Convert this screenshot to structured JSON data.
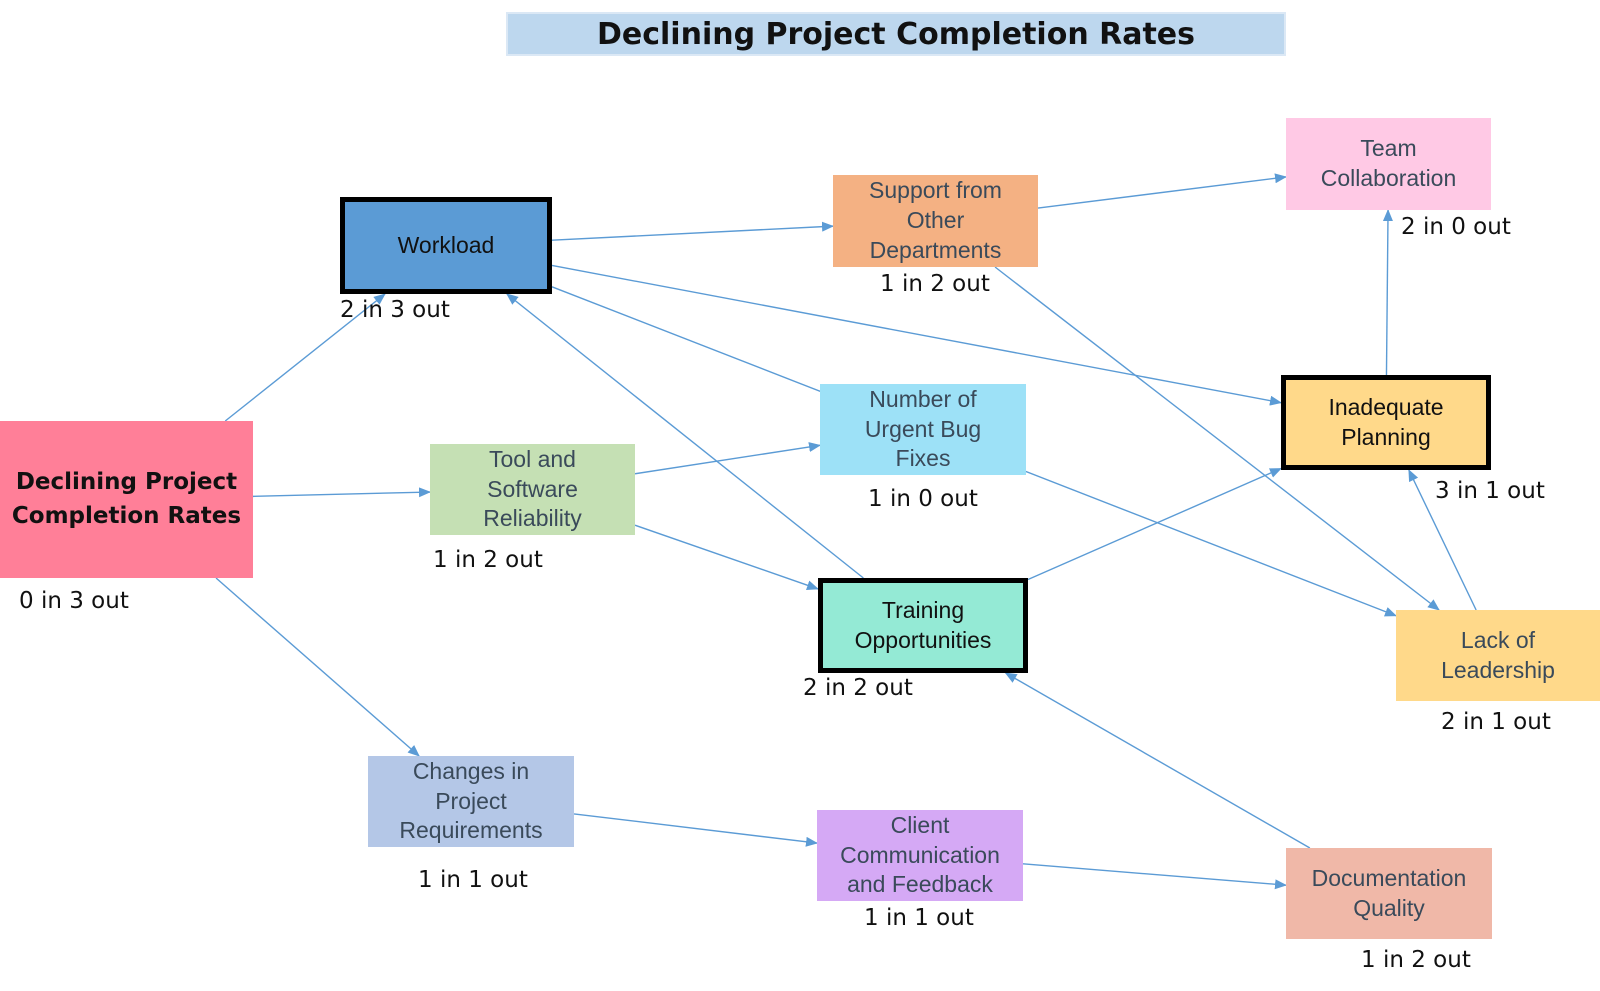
{
  "title": "Declining Project Completion Rates",
  "nodes": {
    "root": {
      "label": "Declining Project\nCompletion Rates",
      "count": "0 in 3 out",
      "color": "#ff7f98"
    },
    "workload": {
      "label": "Workload",
      "count": "2 in 3 out",
      "color": "#5b9bd5"
    },
    "tool": {
      "label": "Tool and\nSoftware\nReliability",
      "count": "1 in 2 out",
      "color": "#c5e0b4"
    },
    "changes": {
      "label": "Changes in\nProject\nRequirements",
      "count": "1 in 1 out",
      "color": "#b4c7e7"
    },
    "support": {
      "label": "Support from\nOther\nDepartments",
      "count": "1 in 2 out",
      "color": "#f4b183"
    },
    "bugs": {
      "label": "Number of\nUrgent Bug\nFixes",
      "count": "1 in 0 out",
      "color": "#9de1f7"
    },
    "training": {
      "label": "Training\nOpportunities",
      "count": "2 in 2 out",
      "color": "#94ead5"
    },
    "client": {
      "label": "Client\nCommunication\nand Feedback",
      "count": "1 in 1 out",
      "color": "#d5a9f5"
    },
    "team": {
      "label": "Team\nCollaboration",
      "count": "2 in 0 out",
      "color": "#ffc9e5"
    },
    "planning": {
      "label": "Inadequate\nPlanning",
      "count": "3 in 1 out",
      "color": "#ffd98a"
    },
    "leadership": {
      "label": "Lack of\nLeadership",
      "count": "2 in 1 out",
      "color": "#ffd98a"
    },
    "documentation": {
      "label": "Documentation\nQuality",
      "count": "1 in 2 out",
      "color": "#f0b8a8"
    }
  },
  "edges": [
    [
      "root",
      "workload"
    ],
    [
      "root",
      "tool"
    ],
    [
      "root",
      "changes"
    ],
    [
      "workload",
      "support"
    ],
    [
      "workload",
      "planning"
    ],
    [
      "workload",
      "leadership"
    ],
    [
      "tool",
      "bugs"
    ],
    [
      "tool",
      "training"
    ],
    [
      "changes",
      "client"
    ],
    [
      "support",
      "team"
    ],
    [
      "support",
      "leadership"
    ],
    [
      "training",
      "workload"
    ],
    [
      "training",
      "planning"
    ],
    [
      "client",
      "documentation"
    ],
    [
      "planning",
      "team"
    ],
    [
      "leadership",
      "planning"
    ],
    [
      "documentation",
      "training"
    ]
  ],
  "colors": {
    "edge": "#5b9bd5"
  }
}
